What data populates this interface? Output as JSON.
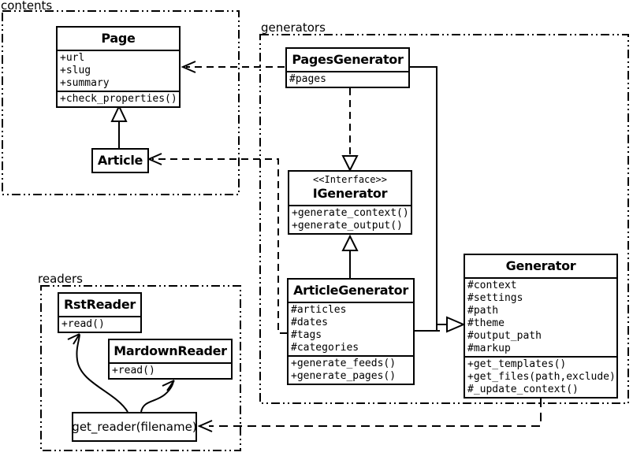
{
  "packages": {
    "contents": "contents",
    "generators": "generators",
    "readers": "readers"
  },
  "classes": {
    "page": {
      "name": "Page",
      "attributes": [
        "+url",
        "+slug",
        "+summary"
      ],
      "methods": [
        "+check_properties()"
      ]
    },
    "article": {
      "name": "Article"
    },
    "pages_generator": {
      "name": "PagesGenerator",
      "attributes": [
        "#pages"
      ]
    },
    "igenerator": {
      "stereotype": "<<Interface>>",
      "name": "IGenerator",
      "methods": [
        "+generate_context()",
        "+generate_output()"
      ]
    },
    "article_generator": {
      "name": "ArticleGenerator",
      "attributes": [
        "#articles",
        "#dates",
        "#tags",
        "#categories"
      ],
      "methods": [
        "+generate_feeds()",
        "+generate_pages()"
      ]
    },
    "generator": {
      "name": "Generator",
      "attributes": [
        "#context",
        "#settings",
        "#path",
        "#theme",
        "#output_path",
        "#markup"
      ],
      "methods": [
        "+get_templates()",
        "+get_files(path,exclude)",
        "#_update_context()"
      ]
    },
    "rst_reader": {
      "name": "RstReader",
      "methods": [
        "+read()"
      ]
    },
    "mardown_reader": {
      "name": "MardownReader",
      "methods": [
        "+read()"
      ]
    },
    "get_reader": {
      "name": "get_reader(filename)"
    }
  },
  "relationships": [
    {
      "type": "generalization",
      "from": "Article",
      "to": "Page"
    },
    {
      "type": "dependency",
      "from": "PagesGenerator",
      "to": "Page"
    },
    {
      "type": "dependency",
      "from": "ArticleGenerator",
      "to": "Article"
    },
    {
      "type": "realization",
      "from": "PagesGenerator",
      "to": "IGenerator"
    },
    {
      "type": "generalization",
      "from": "ArticleGenerator",
      "to": "IGenerator"
    },
    {
      "type": "generalization",
      "from": "PagesGenerator",
      "to": "Generator"
    },
    {
      "type": "generalization",
      "from": "ArticleGenerator",
      "to": "Generator"
    },
    {
      "type": "dependency",
      "from": "Generator",
      "to": "get_reader(filename)"
    },
    {
      "type": "arrow",
      "from": "get_reader(filename)",
      "to": "RstReader"
    },
    {
      "type": "arrow",
      "from": "get_reader(filename)",
      "to": "MardownReader"
    }
  ],
  "colors": {
    "line": "#000000",
    "background": "#ffffff",
    "box_fill": "#ffffff"
  }
}
